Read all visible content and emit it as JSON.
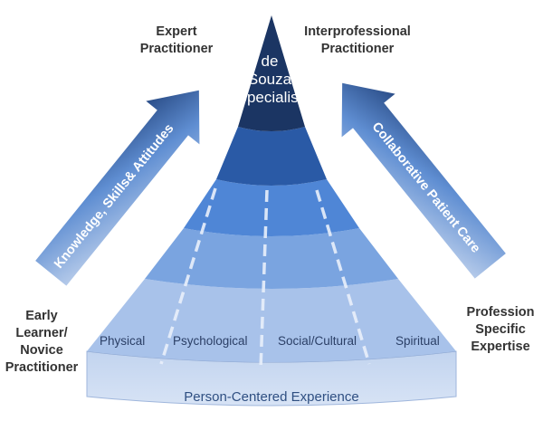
{
  "corners": {
    "top_left": [
      "Expert",
      "Practitioner"
    ],
    "top_right": [
      "Interprofessional",
      "Practitioner"
    ],
    "bottom_left": [
      "Early",
      "Learner/",
      "Novice",
      "Practitioner"
    ],
    "bottom_right": [
      "Profession",
      "Specific",
      "Expertise"
    ]
  },
  "pyramid": {
    "peak": [
      "de",
      "Souza",
      "Specialist"
    ],
    "dimensions": [
      "Physical",
      "Psychological",
      "Social/Cultural",
      "Spiritual"
    ],
    "base": "Person-Centered Experience"
  },
  "arrows": {
    "left": "Knowledge, Skills& Attitudes",
    "right": "Collaborative Patient Care"
  },
  "colors": {
    "tier_dark": "#1b3563",
    "tier_mid": "#2a5aa6",
    "tier_blue": "#4f86d6",
    "tier_light": "#7aa4e0",
    "tier_pale": "#a8c2ea",
    "base_fill": "#c9d9f1"
  }
}
